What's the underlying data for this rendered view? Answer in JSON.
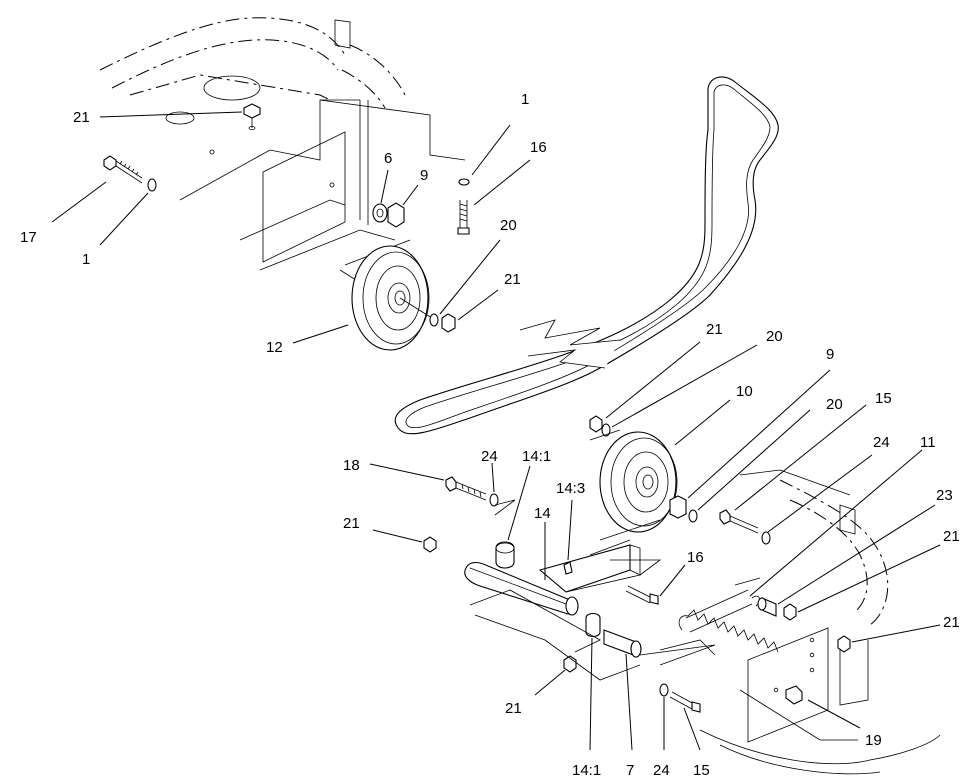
{
  "callouts": [
    {
      "id": "c1",
      "text": "21"
    },
    {
      "id": "c2",
      "text": "1"
    },
    {
      "id": "c3",
      "text": "16"
    },
    {
      "id": "c4",
      "text": "6"
    },
    {
      "id": "c5",
      "text": "9"
    },
    {
      "id": "c6",
      "text": "17"
    },
    {
      "id": "c7",
      "text": "1"
    },
    {
      "id": "c8",
      "text": "20"
    },
    {
      "id": "c9",
      "text": "21"
    },
    {
      "id": "c10",
      "text": "12"
    },
    {
      "id": "c11",
      "text": "21"
    },
    {
      "id": "c12",
      "text": "20"
    },
    {
      "id": "c13",
      "text": "9"
    },
    {
      "id": "c14",
      "text": "10"
    },
    {
      "id": "c15",
      "text": "20"
    },
    {
      "id": "c16",
      "text": "15"
    },
    {
      "id": "c17",
      "text": "24"
    },
    {
      "id": "c18",
      "text": "11"
    },
    {
      "id": "c19",
      "text": "18"
    },
    {
      "id": "c20",
      "text": "24"
    },
    {
      "id": "c21",
      "text": "14:1"
    },
    {
      "id": "c22",
      "text": "14:3"
    },
    {
      "id": "c23",
      "text": "14"
    },
    {
      "id": "c24",
      "text": "23"
    },
    {
      "id": "c25",
      "text": "21"
    },
    {
      "id": "c26",
      "text": "21"
    },
    {
      "id": "c27",
      "text": "16"
    },
    {
      "id": "c28",
      "text": "21"
    },
    {
      "id": "c29",
      "text": "21"
    },
    {
      "id": "c30",
      "text": "19"
    },
    {
      "id": "c31",
      "text": "14:1"
    },
    {
      "id": "c32",
      "text": "7"
    },
    {
      "id": "c33",
      "text": "24"
    },
    {
      "id": "c34",
      "text": "15"
    }
  ]
}
